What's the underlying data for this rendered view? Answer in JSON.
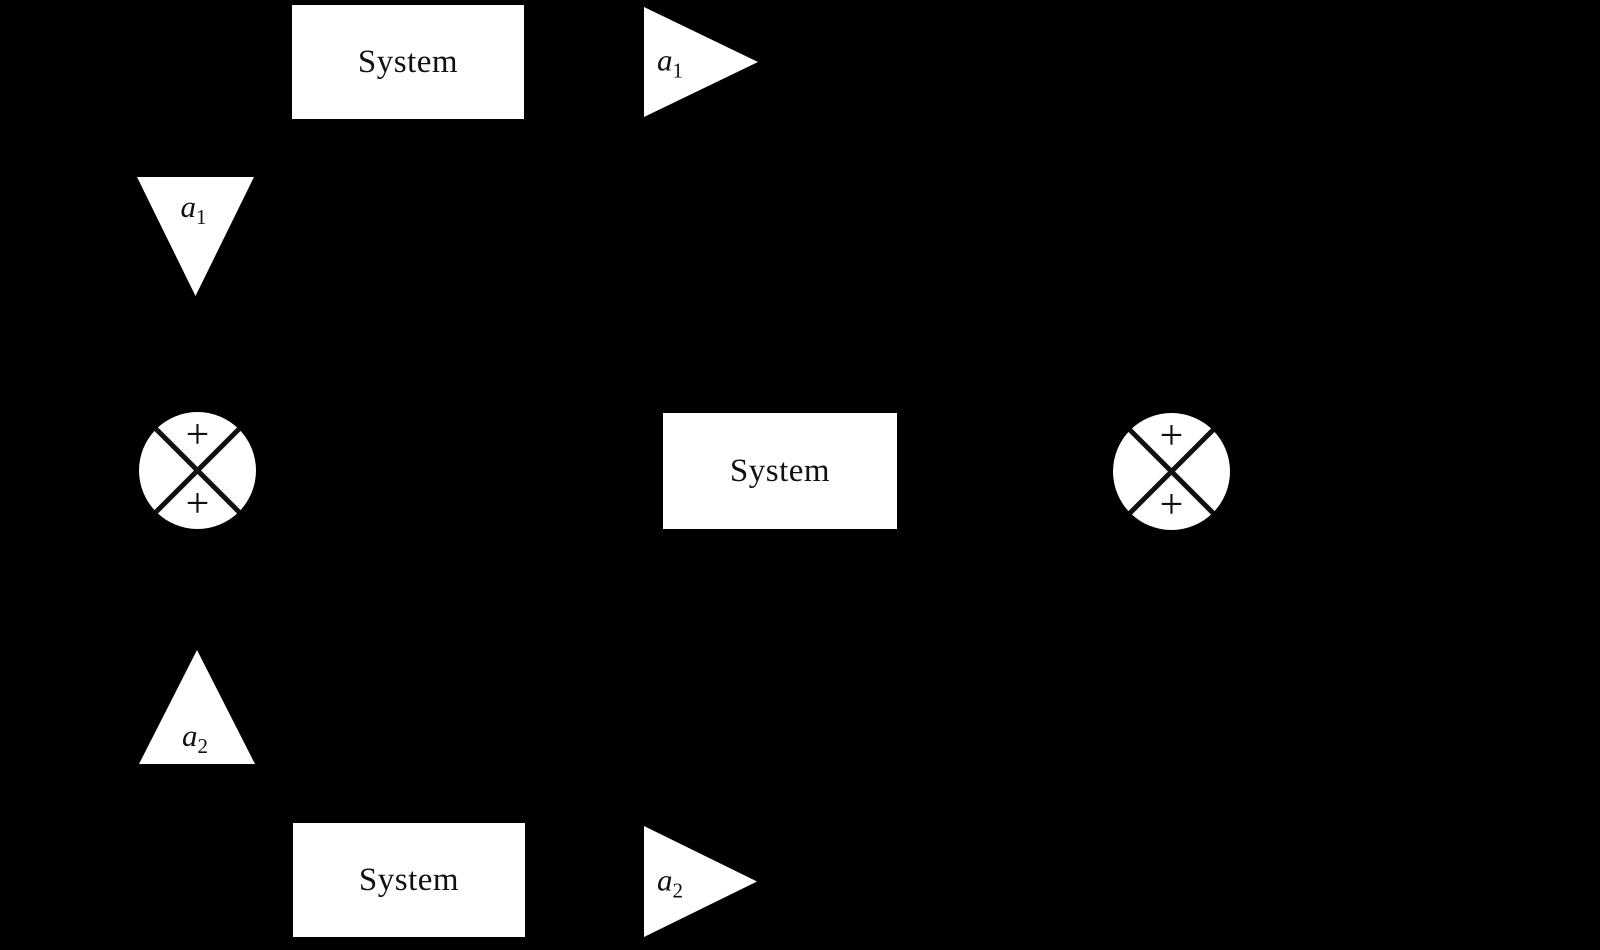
{
  "colors": {
    "background": "#000000",
    "shape_fill": "#ffffff",
    "ink": "#111111"
  },
  "boxes": {
    "top": {
      "label": "System"
    },
    "middle": {
      "label": "System"
    },
    "bottom": {
      "label": "System"
    }
  },
  "gains": {
    "a1_right": {
      "base": "a",
      "sub": "1"
    },
    "a1_down": {
      "base": "a",
      "sub": "1"
    },
    "a2_up": {
      "base": "a",
      "sub": "2"
    },
    "a2_right": {
      "base": "a",
      "sub": "2"
    }
  },
  "summers": {
    "left": {
      "top_sign": "+",
      "bottom_sign": "+"
    },
    "right": {
      "top_sign": "+",
      "bottom_sign": "+"
    }
  }
}
